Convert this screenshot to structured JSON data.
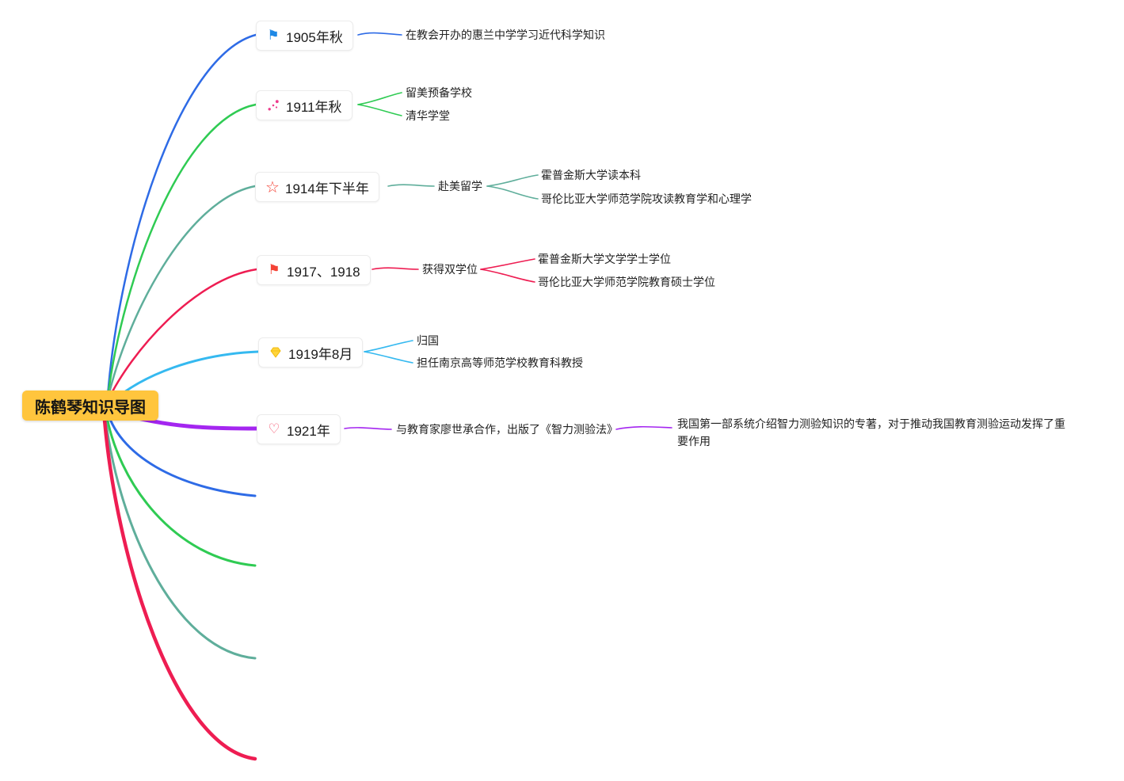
{
  "root": {
    "label": "陈鹤琴知识导图"
  },
  "colors": {
    "blue": "#2E6BE6",
    "green": "#2FCB53",
    "teal": "#5FAE9B",
    "red": "#EE1D52",
    "cyan": "#35B9F0",
    "purple": "#A426F0",
    "root_bg": "#FFC53D",
    "icon_blue_flag": "#1E88E5",
    "icon_pink": "#ED3C8C",
    "icon_red": "#F44336",
    "icon_heart": "#F4516C",
    "icon_gem": "#FFD43B"
  },
  "branches": [
    {
      "label": "1905年秋",
      "icon": "blue-flag-icon",
      "children": [
        {
          "label": "在教会开办的惠兰中学学习近代科学知识"
        }
      ]
    },
    {
      "label": "1911年秋",
      "icon": "pink-confetti-icon",
      "children": [
        {
          "label": "留美预备学校"
        },
        {
          "label": "清华学堂"
        }
      ]
    },
    {
      "label": "1914年下半年",
      "icon": "red-star-icon",
      "children": [
        {
          "label": "赴美留学",
          "children": [
            {
              "label": "霍普金斯大学读本科"
            },
            {
              "label": "哥伦比亚大学师范学院攻读教育学和心理学"
            }
          ]
        }
      ]
    },
    {
      "label": "1917、1918",
      "icon": "red-flag-icon",
      "children": [
        {
          "label": "获得双学位",
          "children": [
            {
              "label": "霍普金斯大学文学学士学位"
            },
            {
              "label": "哥伦比亚大学师范学院教育硕士学位"
            }
          ]
        }
      ]
    },
    {
      "label": "1919年8月",
      "icon": "yellow-gem-icon",
      "children": [
        {
          "label": "归国"
        },
        {
          "label": "担任南京高等师范学校教育科教授"
        }
      ]
    },
    {
      "label": "1921年",
      "icon": "red-heart-icon",
      "children": [
        {
          "label": "与教育家廖世承合作，出版了《智力测验法》",
          "children": [
            {
              "label": "我国第一部系统介绍智力测验知识的专著，对于推动我国教育测验运动发挥了重要作用"
            }
          ]
        }
      ]
    }
  ],
  "icon_glyphs": {
    "flag": "⚑",
    "star": "☆",
    "heart": "♡"
  }
}
